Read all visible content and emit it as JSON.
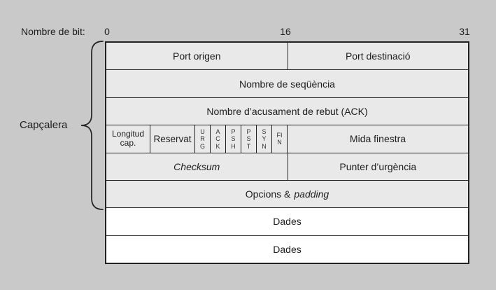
{
  "colors": {
    "background": "#c9c9c9",
    "header_cell_fill": "#e9e9e9",
    "data_cell_fill": "#ffffff",
    "line": "#222222",
    "text": "#1d1d1d"
  },
  "ruler": {
    "label": "Nombre de bit:",
    "tick_0": "0",
    "tick_16": "16",
    "tick_31": "31"
  },
  "brace": {
    "label": "Capçalera"
  },
  "header": {
    "row1": {
      "left": "Port origen",
      "right": "Port destinació"
    },
    "row2": "Nombre de seqüència",
    "row3": "Nombre d’acusament de rebut (ACK)",
    "row4": {
      "longitud": "Longitud cap.",
      "reservat": "Reservat",
      "flags": [
        "URG",
        "ACK",
        "PSH",
        "PST",
        "SYN",
        "FIN"
      ],
      "mida": "Mida finestra"
    },
    "row5": {
      "left": "Checksum",
      "right": "Punter d’urgència"
    },
    "row6": {
      "prefix": "Opcions &",
      "italic": "padding"
    }
  },
  "data_rows": {
    "row7": "Dades",
    "row8": "Dades"
  }
}
